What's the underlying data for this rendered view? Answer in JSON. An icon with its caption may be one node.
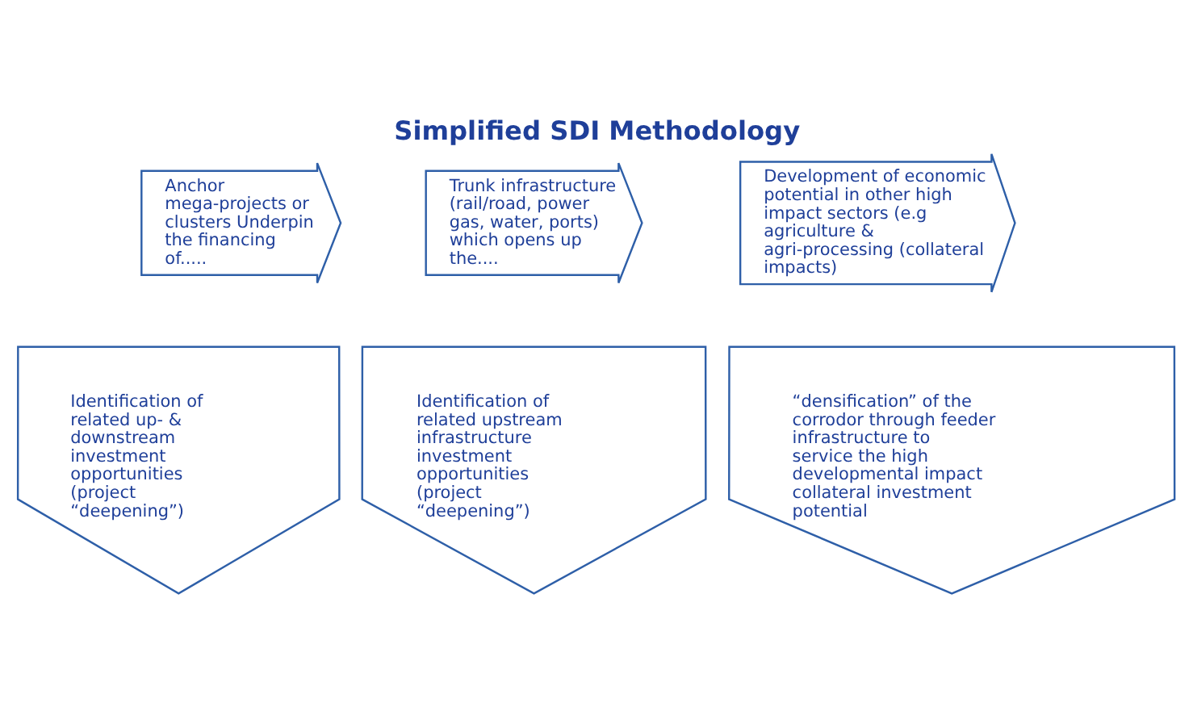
{
  "diagram": {
    "title": "Simplified SDI Methodology",
    "nodes": [
      {
        "text": [
          "Anchor mega-projects or clusters Underpin the financing of....."
        ]
      },
      {
        "text": [
          "Trunk infrastructure (rail/road, power gas, water, ports) which opens up the...."
        ]
      },
      {
        "text": [
          "Development of economic potential in other high impact sectors (e.g agriculture & agri-processing (collateral impacts)"
        ]
      },
      {
        "text": [
          "Identification of related up- & downstream investment opportunities (project “deepening”)"
        ]
      },
      {
        "text": [
          "Identification of related upstream infrastructure investment opportunities (project “deepening”)"
        ]
      },
      {
        "text": [
          "“densification” of the corrodor through feeder infrastructure to service the high developmental impact collateral investment potential"
        ]
      }
    ]
  }
}
